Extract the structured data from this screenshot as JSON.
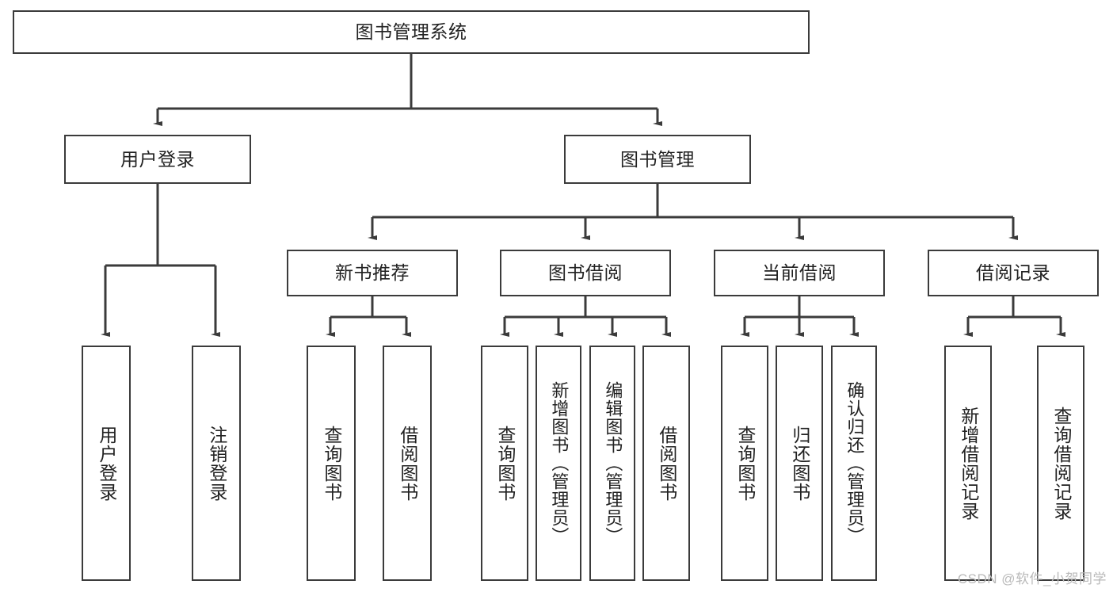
{
  "diagram": {
    "type": "tree",
    "title": "图书管理系统",
    "colors": {
      "stroke": "#3b3b3b",
      "fill": "#ffffff",
      "text": "#222222",
      "watermark": "#b9b9b9"
    },
    "root": {
      "id": "root",
      "label": "图书管理系统",
      "orientation": "horizontal"
    },
    "level2": [
      {
        "id": "user-login",
        "label": "用户登录",
        "orientation": "horizontal"
      },
      {
        "id": "book-manage",
        "label": "图书管理",
        "orientation": "horizontal"
      }
    ],
    "level3": [
      {
        "id": "new-book-recommend",
        "label": "新书推荐",
        "orientation": "horizontal",
        "parent": "book-manage"
      },
      {
        "id": "book-borrow",
        "label": "图书借阅",
        "orientation": "horizontal",
        "parent": "book-manage"
      },
      {
        "id": "current-borrow",
        "label": "当前借阅",
        "orientation": "horizontal",
        "parent": "book-manage"
      },
      {
        "id": "borrow-record",
        "label": "借阅记录",
        "orientation": "horizontal",
        "parent": "book-manage"
      }
    ],
    "leaves": [
      {
        "id": "leaf-user-login",
        "label": "用户登录",
        "parent": "user-login",
        "orientation": "vertical"
      },
      {
        "id": "leaf-logout-login",
        "label": "注销登录",
        "parent": "user-login",
        "orientation": "vertical"
      },
      {
        "id": "leaf-query-book-1",
        "label": "查询图书",
        "parent": "new-book-recommend",
        "orientation": "vertical"
      },
      {
        "id": "leaf-borrow-book-1",
        "label": "借阅图书",
        "parent": "new-book-recommend",
        "orientation": "vertical"
      },
      {
        "id": "leaf-query-book-2",
        "label": "查询图书",
        "parent": "book-borrow",
        "orientation": "vertical"
      },
      {
        "id": "leaf-add-book-admin",
        "label": "新增图书（管理员）",
        "parent": "book-borrow",
        "orientation": "vertical"
      },
      {
        "id": "leaf-edit-book-admin",
        "label": "编辑图书（管理员）",
        "parent": "book-borrow",
        "orientation": "vertical"
      },
      {
        "id": "leaf-borrow-book-2",
        "label": "借阅图书",
        "parent": "book-borrow",
        "orientation": "vertical"
      },
      {
        "id": "leaf-query-book-3",
        "label": "查询图书",
        "parent": "current-borrow",
        "orientation": "vertical"
      },
      {
        "id": "leaf-return-book",
        "label": "归还图书",
        "parent": "current-borrow",
        "orientation": "vertical"
      },
      {
        "id": "leaf-confirm-return-admin",
        "label": "确认归还（管理员）",
        "parent": "current-borrow",
        "orientation": "vertical"
      },
      {
        "id": "leaf-add-borrow-record",
        "label": "新增借阅记录",
        "parent": "borrow-record",
        "orientation": "vertical"
      },
      {
        "id": "leaf-query-borrow-record",
        "label": "查询借阅记录",
        "parent": "borrow-record",
        "orientation": "vertical"
      }
    ]
  },
  "watermark": {
    "text": "CSDN @软件_小贺同学"
  }
}
